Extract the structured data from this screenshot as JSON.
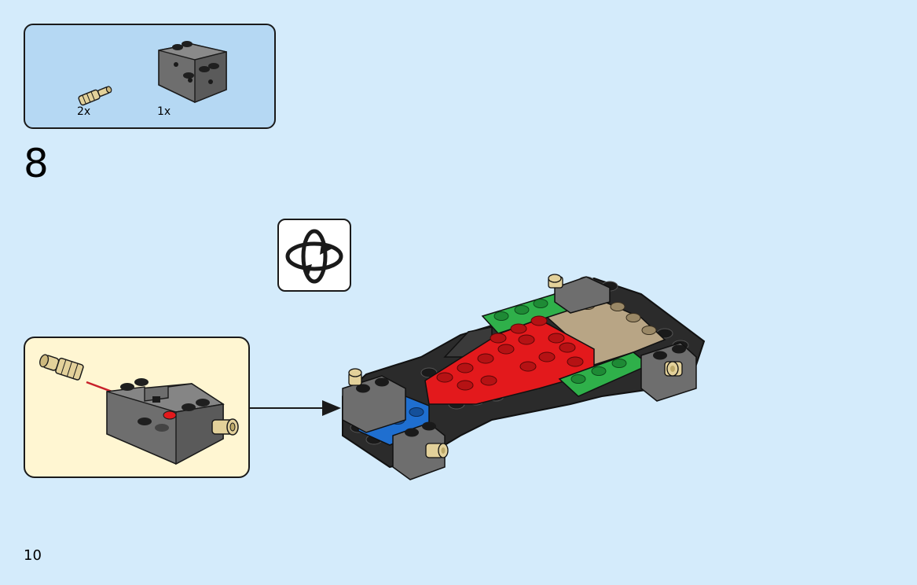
{
  "parts_list": {
    "items": [
      {
        "part": "tan-axle-pin-icon",
        "quantity": "2x"
      },
      {
        "part": "dark-gray-brick-with-holes-icon",
        "quantity": "1x"
      }
    ]
  },
  "step": {
    "number": "8"
  },
  "rotate_icon": "rotate-model-icon",
  "callout": {
    "content": "subassembly-insert-pins-icon"
  },
  "main_model": "race-car-chassis-model",
  "page": {
    "number": "10"
  },
  "colors": {
    "background": "#d4ebfb",
    "parts_panel": "#b5d8f3",
    "callout_panel": "#fff6d2",
    "black_plate": "#2b2b2b",
    "dark_gray_brick": "#6e6e6e",
    "red_plate": "#e3191c",
    "green_plate": "#2fb04a",
    "tan_plate": "#b8a585",
    "blue_plate": "#1f6fd0",
    "tan_pin": "#e3d19a"
  }
}
